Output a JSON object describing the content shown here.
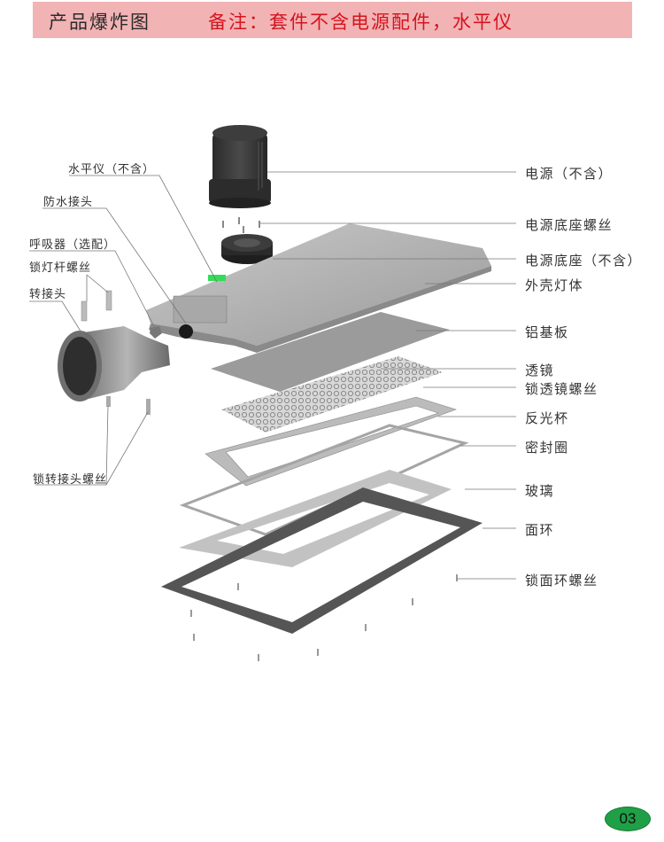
{
  "header": {
    "title": "产品爆炸图",
    "note": "备注：套件不含电源配件，水平仪",
    "background": "#f2b3b5",
    "note_color": "#d4141e"
  },
  "labels_right": [
    {
      "id": "power-supply",
      "text": "电源（不含）"
    },
    {
      "id": "power-base-screws",
      "text": "电源底座螺丝"
    },
    {
      "id": "power-base",
      "text": "电源底座（不含）"
    },
    {
      "id": "housing",
      "text": "外壳灯体"
    },
    {
      "id": "aluminum-pcb",
      "text": "铝基板"
    },
    {
      "id": "lens",
      "text": "透镜"
    },
    {
      "id": "lens-screws",
      "text": "锁透镜螺丝"
    },
    {
      "id": "reflector",
      "text": "反光杯"
    },
    {
      "id": "seal-ring",
      "text": "密封圈"
    },
    {
      "id": "glass",
      "text": "玻璃"
    },
    {
      "id": "face-ring",
      "text": "面环"
    },
    {
      "id": "face-ring-screws",
      "text": "锁面环螺丝"
    }
  ],
  "labels_left": [
    {
      "id": "spirit-level",
      "text": "水平仪（不含）"
    },
    {
      "id": "waterproof-connector",
      "text": "防水接头"
    },
    {
      "id": "breather",
      "text": "呼吸器（选配）"
    },
    {
      "id": "pole-screws",
      "text": "锁灯杆螺丝"
    },
    {
      "id": "adapter",
      "text": "转接头"
    },
    {
      "id": "adapter-screws",
      "text": "锁转接头螺丝"
    }
  ],
  "page": {
    "number": "03",
    "badge_color": "#1fa046"
  }
}
